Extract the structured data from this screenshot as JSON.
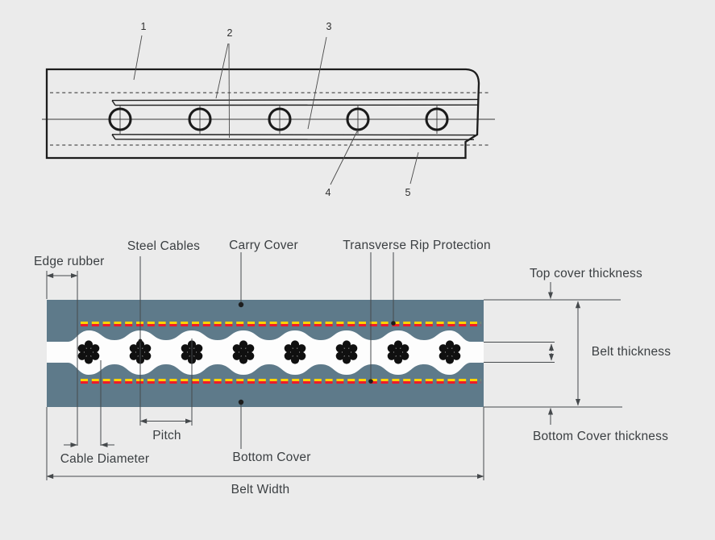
{
  "colors": {
    "background": "#ebebeb",
    "belt_body": "#5e7a8a",
    "carcass_rubber": "#fdfdfd",
    "cable_black": "#101010",
    "rip_yellow": "#ffd400",
    "rip_red": "#ed1c2a",
    "outline": "#1c1c1c",
    "dimension_line": "#45494c",
    "text": "#3b3f42"
  },
  "plan_view": {
    "callouts": [
      {
        "label": "1"
      },
      {
        "label": "2"
      },
      {
        "label": "3"
      },
      {
        "label": "4"
      },
      {
        "label": "5"
      }
    ]
  },
  "cross_section": {
    "labels": {
      "edge_rubber": "Edge rubber",
      "steel_cables": "Steel Cables",
      "carry_cover": "Carry Cover",
      "transverse_rip_protection": "Transverse Rip Protection",
      "top_cover_thickness": "Top cover thickness",
      "belt_thickness": "Belt thickness",
      "bottom_cover_thickness": "Bottom Cover thickness",
      "pitch": "Pitch",
      "cable_diameter": "Cable Diameter",
      "bottom_cover": "Bottom Cover",
      "belt_width": "Belt Width"
    }
  }
}
